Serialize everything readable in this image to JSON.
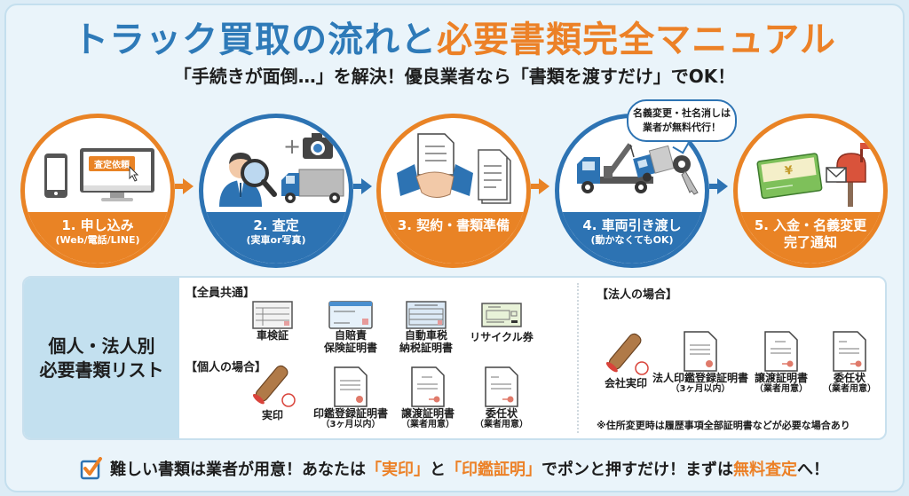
{
  "header": {
    "title_blue": "トラック買取の流れと",
    "title_orange": "必要書類完全マニュアル",
    "subtitle": "「手続きが面倒…」を解決！優良業者なら「書類を渡すだけ」でOK！"
  },
  "steps": [
    {
      "label": "1. 申し込み",
      "sub": "(Web/電話/LINE)",
      "color": "#e98325",
      "icon_text": "査定依頼",
      "icons": [
        "smartphone-icon",
        "monitor-icon",
        "cursor-icon"
      ]
    },
    {
      "label": "2. 査定",
      "sub": "(実車or写真)",
      "color": "#2d73b3",
      "icons": [
        "inspector-icon",
        "magnifier-icon",
        "camera-icon",
        "truck-icon"
      ]
    },
    {
      "label": "3. 契約・書類準備",
      "sub": "",
      "color": "#e98325",
      "icons": [
        "handshake-icon",
        "document-icon",
        "documents-stack-icon"
      ]
    },
    {
      "label": "4. 車両引き渡し",
      "sub": "(動かなくてもOK)",
      "color": "#2d73b3",
      "icons": [
        "tow-truck-icon",
        "key-icon"
      ]
    },
    {
      "label": "5. 入金・名義変更",
      "sub": "完了通知",
      "color": "#e98325",
      "icons": [
        "bankbook-icon",
        "mailbox-icon",
        "envelope-icon"
      ]
    }
  ],
  "bubble": {
    "line1": "名義変更・社名消しは",
    "line2": "業者が無料代行！"
  },
  "docs": {
    "side_line1": "個人・法人別",
    "side_line2": "必要書類リスト",
    "common": {
      "label": "【全員共通】",
      "items": [
        {
          "name": "車検証",
          "note": ""
        },
        {
          "name": "自賠責",
          "name2": "保険証明書"
        },
        {
          "name": "自動車税",
          "name2": "納税証明書"
        },
        {
          "name": "リサイクル券",
          "note": ""
        }
      ]
    },
    "personal": {
      "label": "【個人の場合】",
      "items": [
        {
          "name": "実印",
          "note": ""
        },
        {
          "name": "印鑑登録証明書",
          "note": "（3ヶ月以内）"
        },
        {
          "name": "譲渡証明書",
          "note": "（業者用意）"
        },
        {
          "name": "委任状",
          "note": "（業者用意）"
        }
      ]
    },
    "corporate": {
      "label": "【法人の場合】",
      "items": [
        {
          "name": "会社実印",
          "note": ""
        },
        {
          "name": "法人印鑑登録証明書",
          "note": "（3ヶ月以内）"
        },
        {
          "name": "譲渡証明書",
          "note": "（業者用意）"
        },
        {
          "name": "委任状",
          "note": "（業者用意）"
        }
      ],
      "footnote": "※住所変更時は履歴事項全部証明書などが必要な場合あり"
    }
  },
  "footer": {
    "part1": "難しい書類は業者が用意！あなたは",
    "hl1": "「実印」",
    "part2": "と",
    "hl2": "「印鑑証明」",
    "part3": "でポンと押すだけ！まずは",
    "hl3": "無料査定",
    "part4": "へ！"
  },
  "colors": {
    "blue": "#2d73b3",
    "orange": "#e98325",
    "background": "#eaf4fa",
    "side_panel": "#c3e0ef"
  }
}
